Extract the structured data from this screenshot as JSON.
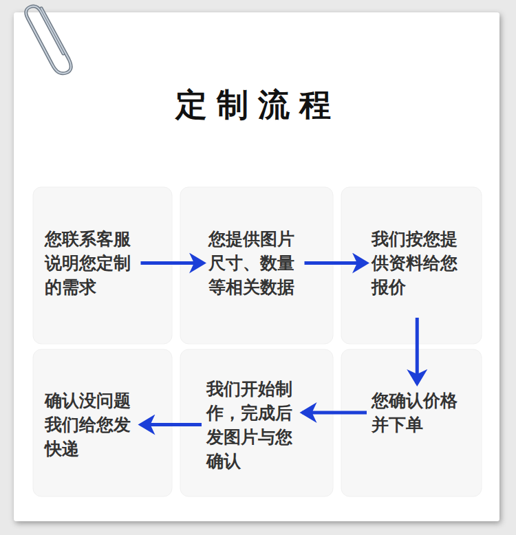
{
  "diagram": {
    "title": "定制流程",
    "nodes": [
      {
        "text": [
          "您联系客服 说明您定制 的需求"
        ]
      },
      {
        "text": [
          "您提供图片 尺寸、数量 等相关数据"
        ]
      },
      {
        "text": [
          "我们按您提 供资料给您 报价"
        ]
      },
      {
        "text": [
          "您确认价格 并下单"
        ]
      },
      {
        "text": [
          "我们开始制 作，完成后 发图片与您 确认"
        ]
      },
      {
        "text": [
          "确认没问题 我们给您发 快递"
        ]
      }
    ],
    "edges": [
      {
        "from": 0,
        "to": 1,
        "arrow": "to"
      },
      {
        "from": 1,
        "to": 2,
        "arrow": "to"
      },
      {
        "from": 2,
        "to": 3,
        "arrow": "to"
      },
      {
        "from": 3,
        "to": 4,
        "arrow": "to"
      },
      {
        "from": 4,
        "to": 5,
        "arrow": "to"
      }
    ]
  }
}
